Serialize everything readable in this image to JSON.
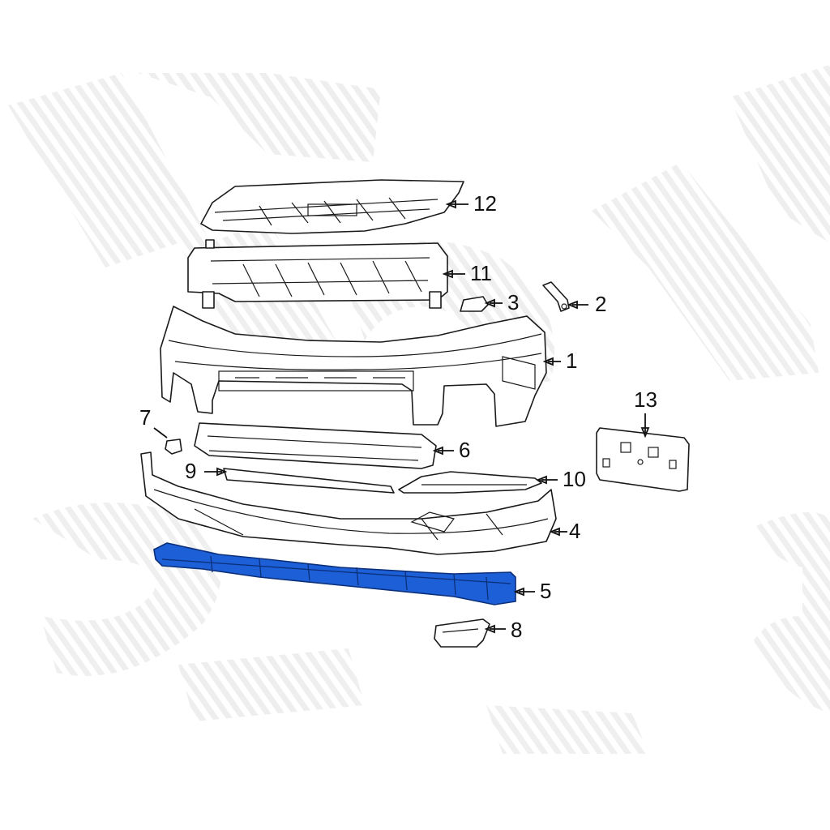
{
  "diagram": {
    "highlight_color": "#1c5fd6",
    "watermark_color": "#ececec",
    "callouts": [
      {
        "id": "1",
        "label": "1"
      },
      {
        "id": "2",
        "label": "2"
      },
      {
        "id": "3",
        "label": "3"
      },
      {
        "id": "4",
        "label": "4"
      },
      {
        "id": "5",
        "label": "5"
      },
      {
        "id": "6",
        "label": "6"
      },
      {
        "id": "7",
        "label": "7"
      },
      {
        "id": "8",
        "label": "8"
      },
      {
        "id": "9",
        "label": "9"
      },
      {
        "id": "10",
        "label": "10"
      },
      {
        "id": "11",
        "label": "11"
      },
      {
        "id": "12",
        "label": "12"
      },
      {
        "id": "13",
        "label": "13"
      }
    ],
    "highlighted_part": "5"
  }
}
